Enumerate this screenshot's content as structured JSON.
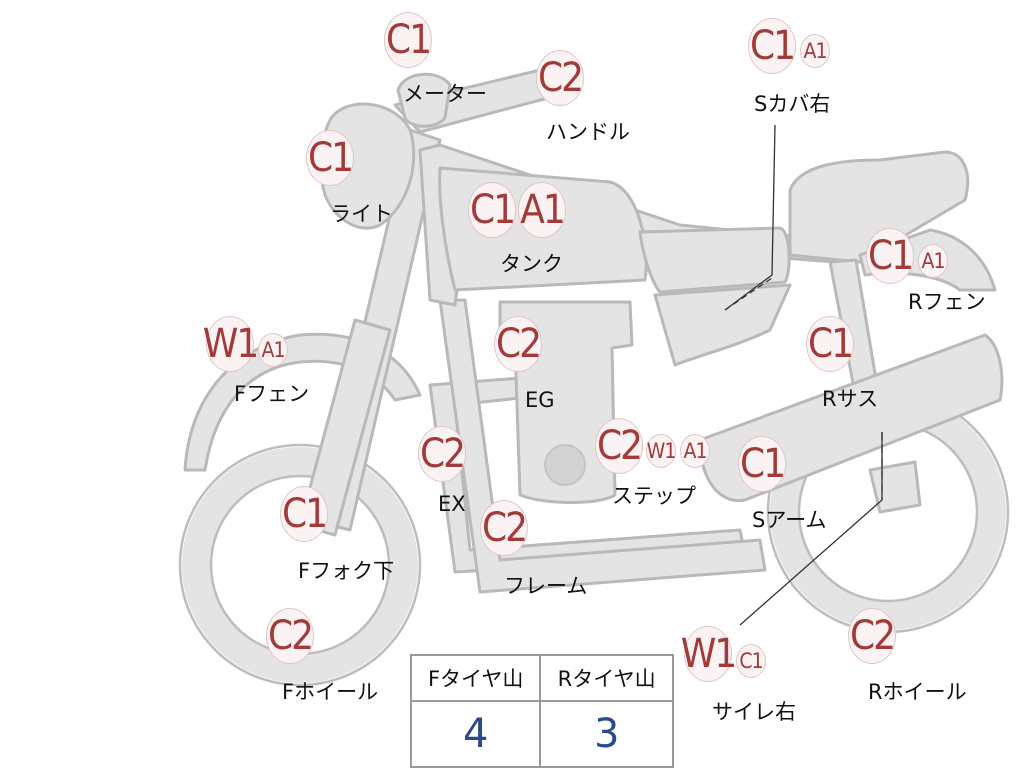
{
  "badges": {
    "meter": [
      "C1"
    ],
    "handle": [
      "C2"
    ],
    "light": [
      "C1"
    ],
    "tank": [
      "C1",
      "A1"
    ],
    "s_cover_right": [
      "C1",
      "A1"
    ],
    "r_fender": [
      "C1",
      "A1"
    ],
    "f_fender": [
      "W1",
      "A1"
    ],
    "engine": [
      "C2"
    ],
    "r_suspension": [
      "C1"
    ],
    "exhaust": [
      "C2"
    ],
    "step": [
      "C2",
      "W1",
      "A1"
    ],
    "s_arm": [
      "C1"
    ],
    "f_fork_lower": [
      "C1"
    ],
    "frame": [
      "C2"
    ],
    "f_wheel": [
      "C2"
    ],
    "silencer_right": [
      "W1",
      "C1"
    ],
    "r_wheel": [
      "C2"
    ]
  },
  "labels": {
    "meter": "メーター",
    "handle": "ハンドル",
    "light": "ライト",
    "tank": "タンク",
    "s_cover_right": "Sカバ右",
    "r_fender": "Rフェン",
    "f_fender": "Fフェン",
    "engine": "EG",
    "r_suspension": "Rサス",
    "exhaust": "EX",
    "step": "ステップ",
    "s_arm": "Sアーム",
    "f_fork_lower": "Fフォク下",
    "frame": "フレーム",
    "f_wheel": "Fホイール",
    "silencer_right": "サイレ右",
    "r_wheel": "Rホイール"
  },
  "tire_table": {
    "headers": [
      "Fタイヤ山",
      "Rタイヤ山"
    ],
    "values": [
      "4",
      "3"
    ]
  },
  "colors": {
    "badge_text": "#a33a3a",
    "table_value": "#2a4a8a",
    "part_fill": "#e4e4e4",
    "part_stroke": "#b9b9b9"
  }
}
